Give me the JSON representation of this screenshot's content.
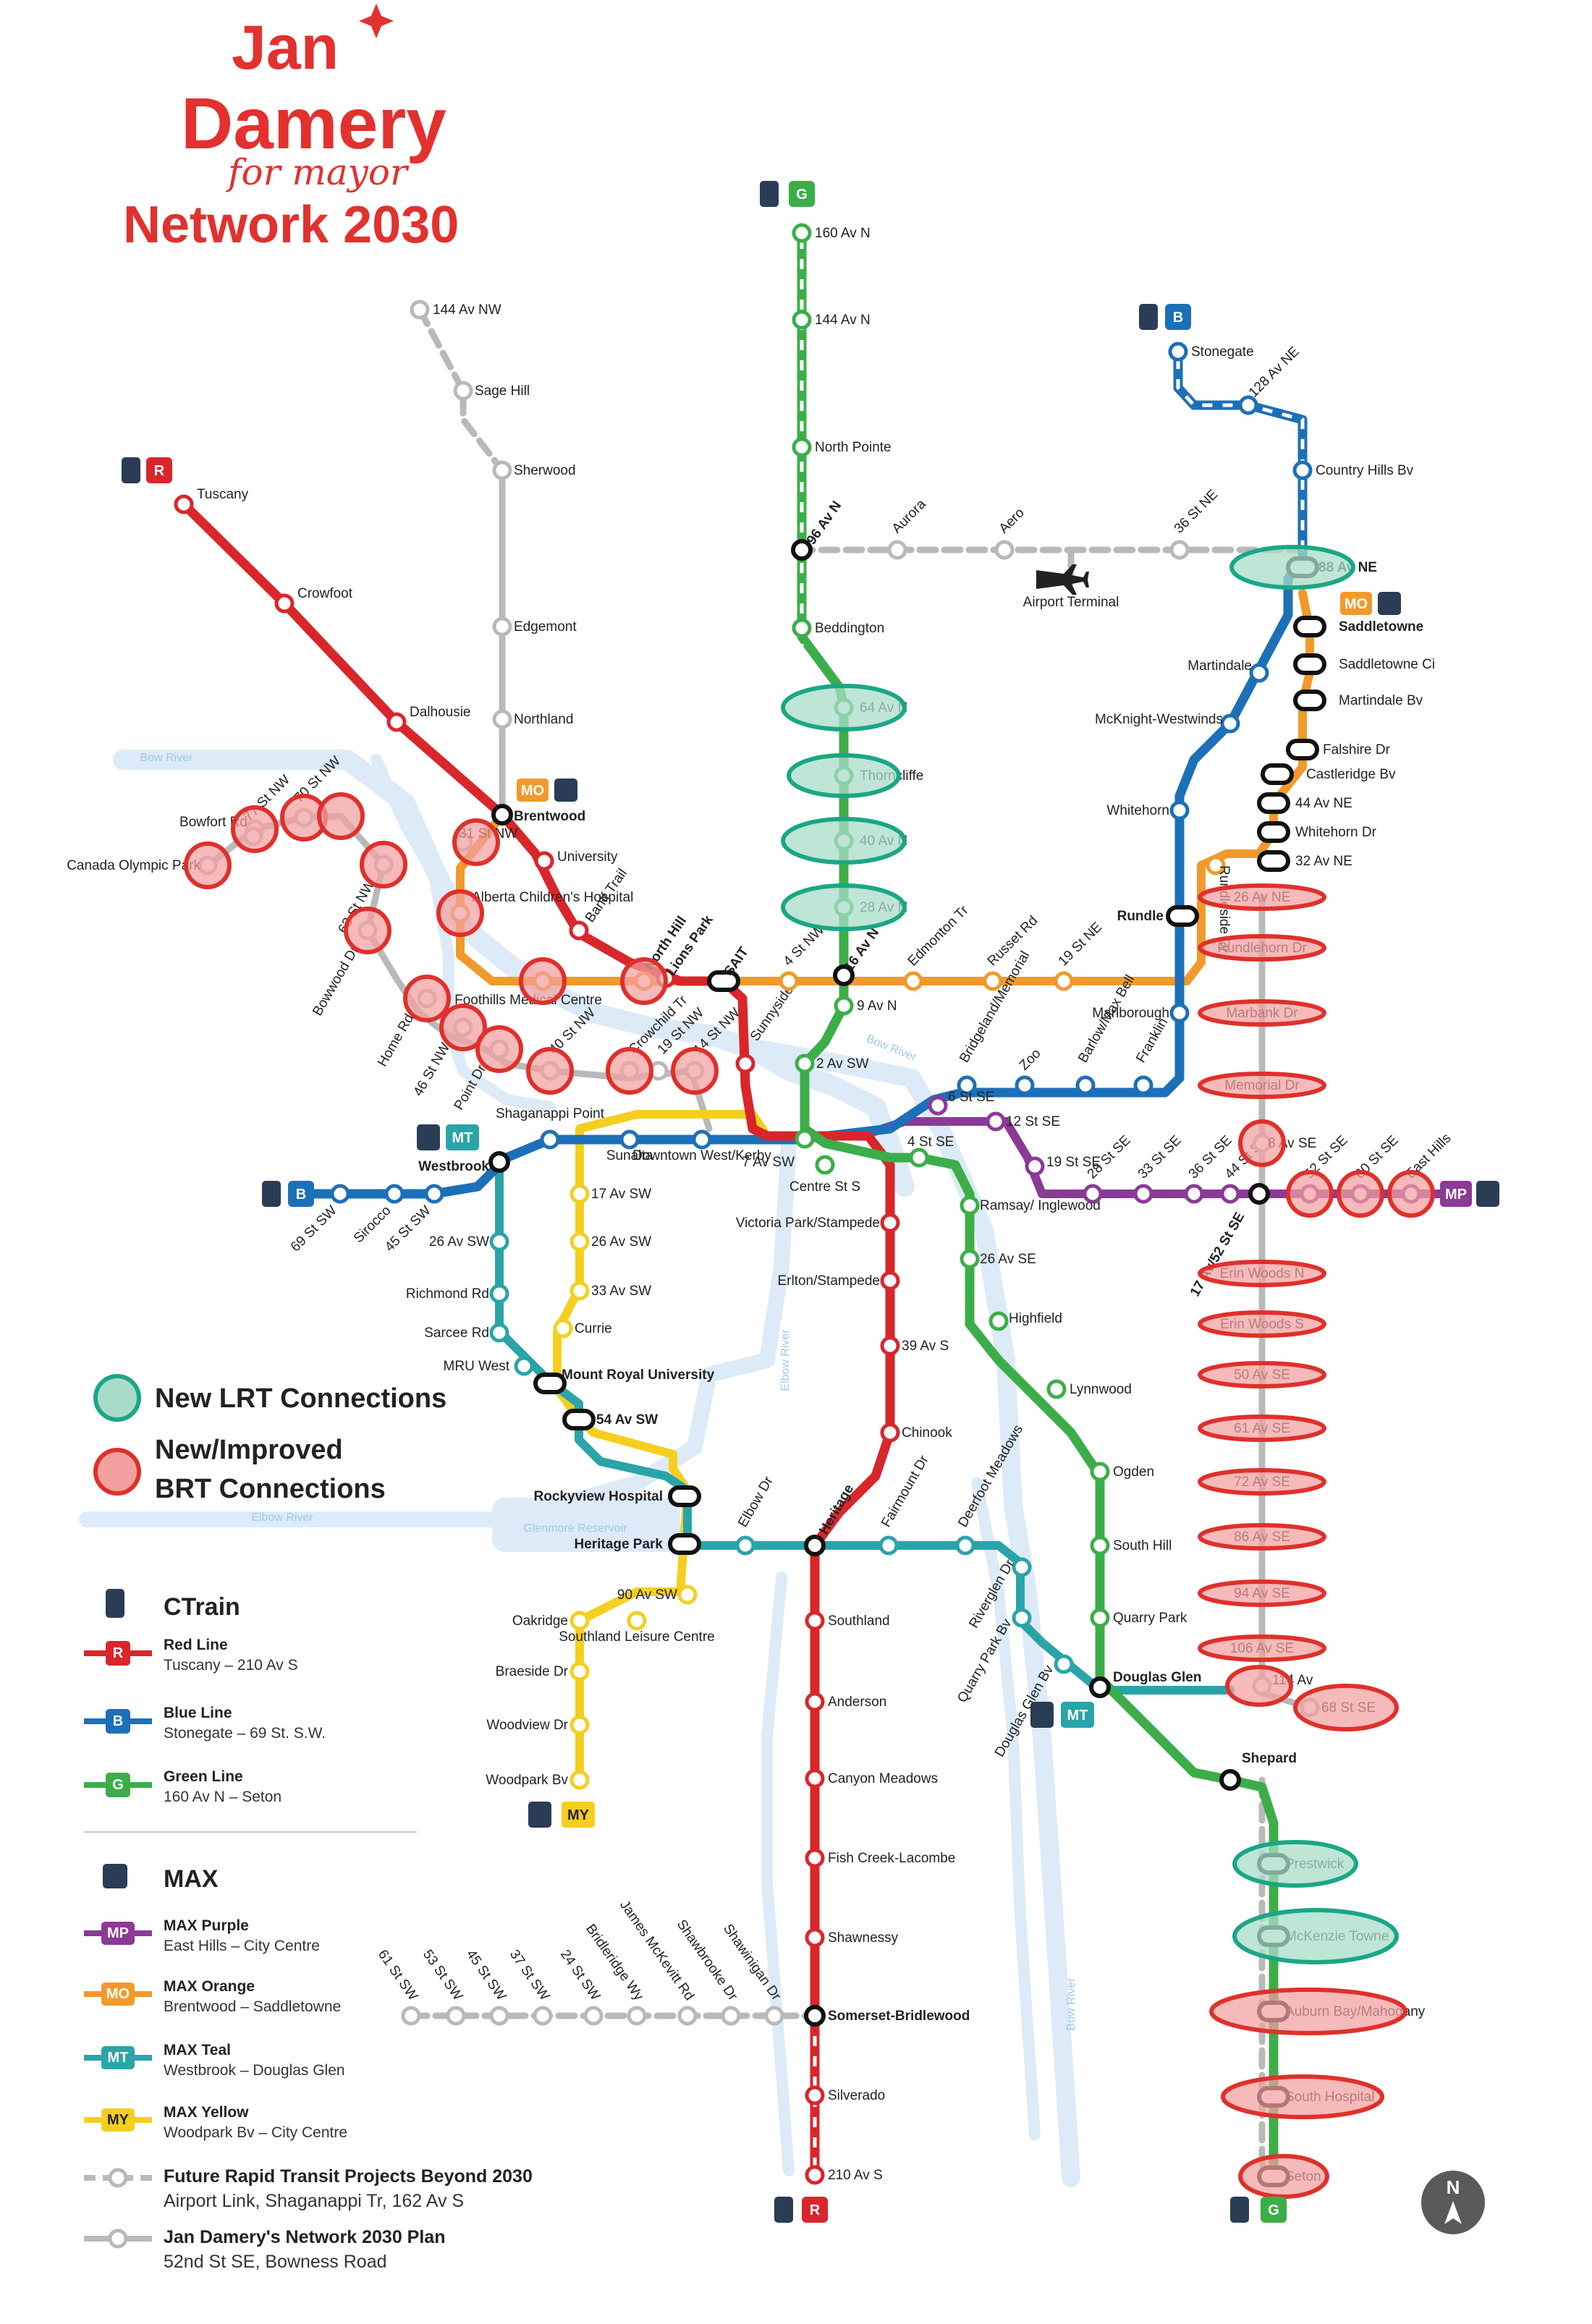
{
  "brand": {
    "first_name": "Jan",
    "last_name": "Damery",
    "tagline": "for mayor",
    "title": "Network 2030"
  },
  "colors": {
    "red": "#d9262b",
    "blue": "#1c70b8",
    "green": "#3cae49",
    "purple": "#8b3a96",
    "orange": "#f19a2b",
    "teal": "#2aa4a9",
    "yellow": "#f4cf1f",
    "grey": "#b9b9b9",
    "river": "#dcebf7",
    "lrt_fill": "#a8dcc8",
    "lrt_stroke": "#1aa784",
    "brt_fill": "#f3a0a0",
    "brt_stroke": "#e0302b"
  },
  "terminal_badges": {
    "red_north": "R",
    "red_south": "R",
    "blue_north": "B",
    "blue_west": "B",
    "green_north": "G",
    "green_south": "G",
    "mo": "MO",
    "mp": "MP",
    "mt_west": "MT",
    "mt_east": "MT",
    "my": "MY"
  },
  "airport_terminal": "Airport Terminal",
  "rivers": {
    "bow_nw": "Bow River",
    "bow_centre": "Bow River",
    "elbow": "Elbow River",
    "elbow_reservoir": "Glenmore Reservoir",
    "bow_south": "Bow River",
    "elbow_vertical": "Elbow River"
  },
  "stations": {
    "red": [
      "Tuscany",
      "Crowfoot",
      "Dalhousie",
      "Brentwood",
      "University",
      "Banff Trail",
      "Lions Park",
      "SAIT",
      "Sunnyside",
      "Victoria Park/Stampede",
      "Erlton/Stampede",
      "39 Av S",
      "Chinook",
      "Heritage",
      "Southland",
      "Anderson",
      "Canyon Meadows",
      "Fish Creek-Lacombe",
      "Shawnessy",
      "Somerset-Bridlewood",
      "Silverado",
      "210 Av S"
    ],
    "blue": [
      "Stonegate",
      "128 Av NE",
      "Country Hills Bv",
      "88 Av NE",
      "Saddletowne",
      "Martindale",
      "McKnight-Westwinds",
      "Whitehorn",
      "Rundle",
      "Marlborough",
      "Franklin",
      "Barlow/Max Bell",
      "Zoo",
      "Bridgeland/Memorial",
      "Downtown West/Kerby",
      "Sunalta",
      "Shaganappi Point",
      "Westbrook",
      "45 St SW",
      "Sirocco",
      "69 St SW"
    ],
    "green": [
      "160 Av N",
      "144 Av N",
      "North Pointe",
      "96 Av N",
      "Beddington",
      "64 Av N",
      "Thorncliffe",
      "40 Av N",
      "28 Av N",
      "16 Av N",
      "9 Av N",
      "2 Av SW",
      "7 Av SW",
      "Centre St S",
      "4 St SE",
      "Ramsay/ Inglewood",
      "26 Av SE",
      "Highfield",
      "Lynnwood",
      "Ogden",
      "South Hill",
      "Quarry Park",
      "Douglas Glen",
      "Shepard",
      "Prestwick",
      "McKenzie Towne",
      "Auburn Bay/Mahogany",
      "South Hospital",
      "Seton"
    ],
    "purple": [
      "6 St SE",
      "12 St SE",
      "19 St SE",
      "28 St SE",
      "33 St SE",
      "36 St SE",
      "44 St SE",
      "17 Av/52 St SE",
      "52 St SE",
      "60 St SE",
      "East Hills"
    ],
    "orange": [
      "Alberta Children's Hospital",
      "Foothills Medical Centre",
      "North Hill",
      "4 St NW",
      "Edmonton Tr",
      "Russet Rd",
      "19 St NE",
      "Rundleside Dr",
      "Saddletowne Ci",
      "Martindale Bv",
      "Falshire Dr",
      "Castleridge Bv",
      "44 Av NE",
      "Whitehorn Dr",
      "32 Av NE"
    ],
    "teal": [
      "26 Av SW",
      "Richmond Rd",
      "Sarcee Rd",
      "MRU West",
      "54 Av SW",
      "Rockyview Hospital",
      "Heritage Park",
      "Elbow Dr",
      "Fairmount Dr",
      "Deerfoot Meadows",
      "Riverglen Dr",
      "Quarry Park Bv",
      "Douglas Glen Bv"
    ],
    "yellow": [
      "17 Av SW",
      "26 Av SW",
      "33 Av SW",
      "Currie",
      "Mount Royal University",
      "90 Av SW",
      "Southland Leisure Centre",
      "Oakridge",
      "Braeside Dr",
      "Woodview Dr",
      "Woodpark Bv"
    ],
    "grey_nw": [
      "144 Av NW",
      "Sage Hill",
      "Sherwood",
      "Edgemont",
      "Northland",
      "Bowfort Rd",
      "Canada Olympic Park",
      "77 St NW",
      "70 St NW",
      "63 St NW",
      "31 St NW",
      "Bowwood Dr",
      "Home Rd",
      "46 St NW",
      "Point Dr",
      "40 St NW",
      "Crowchild Tr",
      "19 St NW",
      "14 St NW"
    ],
    "grey_airport": [
      "Aurora",
      "Aero",
      "36 St NE"
    ],
    "grey_se": [
      "26 Av NE",
      "Rundlehorn Dr",
      "Marbank Dr",
      "Memorial Dr",
      "8 Av SE",
      "Erin Woods N",
      "Erin Woods S",
      "50 Av SE",
      "61 Av SE",
      "72 Av SE",
      "86 Av SE",
      "94 Av SE",
      "106 Av SE",
      "114 Av",
      "68 St SE"
    ],
    "grey_sw": [
      "61 St SW",
      "53 St SW",
      "45 St SW",
      "37 St SW",
      "24 St SW",
      "Bridleridge Wy",
      "James McKevitt Rd",
      "Shawbrooke Dr",
      "Shawinigan Dr"
    ]
  },
  "connections_legend": {
    "lrt": "New LRT Connections",
    "brt_line1": "New/Improved",
    "brt_line2": "BRT Connections"
  },
  "legend": {
    "ctrain_title": "CTrain",
    "lines": [
      {
        "badge": "R",
        "name": "Red Line",
        "desc": "Tuscany – 210 Av S",
        "color": "#d9262b"
      },
      {
        "badge": "B",
        "name": "Blue Line",
        "desc": "Stonegate – 69 St. S.W.",
        "color": "#1c70b8"
      },
      {
        "badge": "G",
        "name": "Green Line",
        "desc": "160 Av N – Seton",
        "color": "#3cae49"
      }
    ],
    "max_title": "MAX",
    "max_lines": [
      {
        "badge": "MP",
        "name": "MAX Purple",
        "desc": "East Hills – City Centre",
        "color": "#8b3a96"
      },
      {
        "badge": "MO",
        "name": "MAX Orange",
        "desc": "Brentwood – Saddletowne",
        "color": "#f19a2b"
      },
      {
        "badge": "MT",
        "name": "MAX Teal",
        "desc": "Westbrook – Douglas Glen",
        "color": "#2aa4a9"
      },
      {
        "badge": "MY",
        "name": "MAX Yellow",
        "desc": "Woodpark Bv – City Centre",
        "color": "#f4cf1f"
      }
    ],
    "future_name": "Future Rapid Transit Projects Beyond 2030",
    "future_desc": "Airport Link, Shaganappi Tr, 162 Av S",
    "plan_name": "Jan Damery's Network 2030 Plan",
    "plan_desc": "52nd St SE, Bowness Road"
  },
  "north_arrow": "N"
}
